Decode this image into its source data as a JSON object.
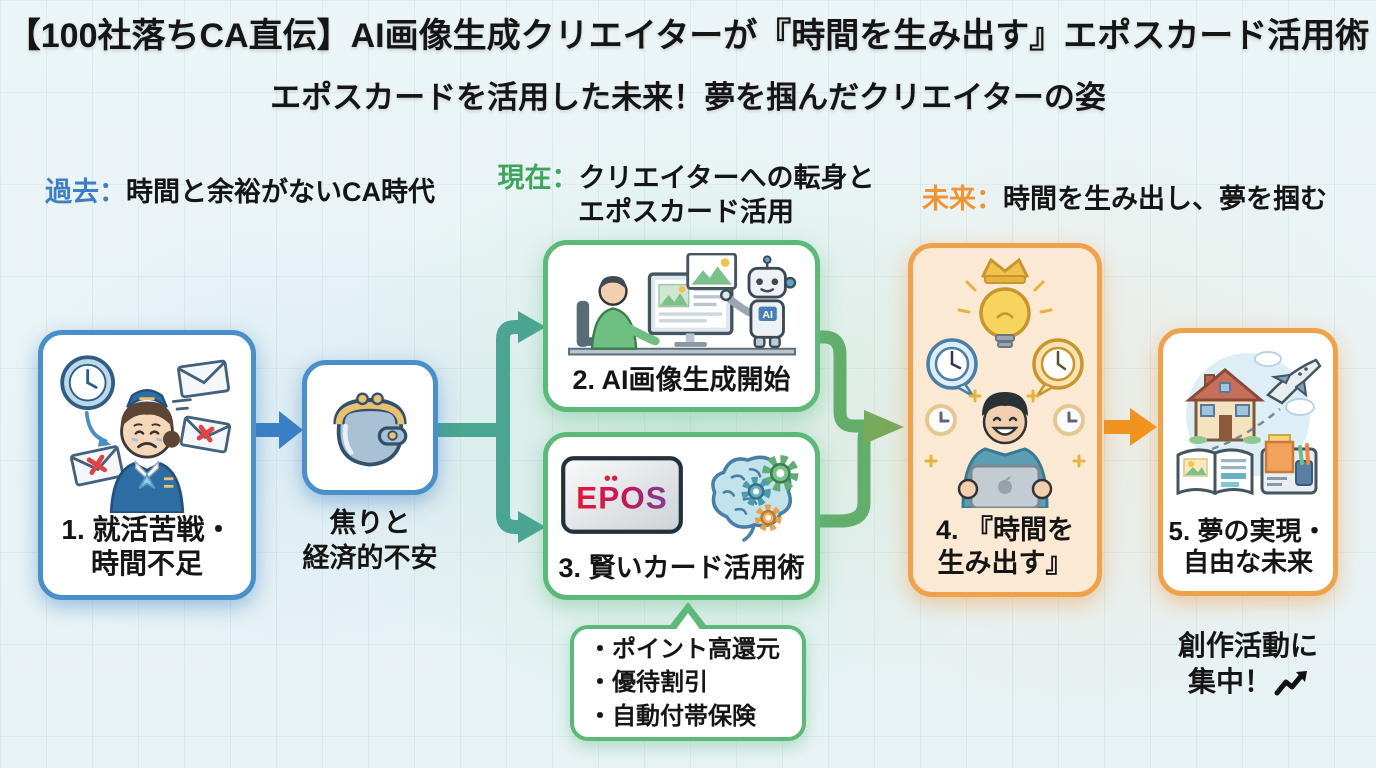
{
  "title": {
    "line1": "【100社落ちCA直伝】AI画像生成クリエイターが『時間を生み出す』エポスカード活用術",
    "line2": "エポスカードを活用した未来！夢を掴んだクリエイターの姿"
  },
  "section_labels": {
    "past": {
      "keyword": "過去：",
      "text": "時間と余裕がないCA時代"
    },
    "present": {
      "keyword": "現在：",
      "text_line1": "クリエイターへの転身と",
      "text_line2": "エポスカード活用"
    },
    "future": {
      "keyword": "未来：",
      "text": "時間を生み出し、夢を掴む"
    }
  },
  "flow": {
    "step1": {
      "label_line1": "1. 就活苦戦・",
      "label_line2": "時間不足"
    },
    "wallet": {
      "caption_line1": "焦りと",
      "caption_line2": "経済的不安"
    },
    "step2": {
      "label": "2. AI画像生成開始",
      "ai_chip": "AI"
    },
    "step3": {
      "label": "3. 賢いカード活用術",
      "card_brand": "EPOS"
    },
    "step4": {
      "label_line1": "4. 『時間を",
      "label_line2": "生み出す』"
    },
    "step5": {
      "label_line1": "5. 夢の実現・",
      "label_line2": "自由な未来"
    }
  },
  "callout": {
    "items": [
      "・ポイント高還元",
      "・優待割引",
      "・自動付帯保険"
    ]
  },
  "footer_note": {
    "line1": "創作活動に",
    "line2": "集中！"
  },
  "colors": {
    "background": "#e9f3f6",
    "past_blue": "#3d7fc1",
    "present_green": "#3fa45c",
    "future_orange": "#ef9433",
    "box_blue_border": "#4a8fc7",
    "box_green_border": "#5cb97a",
    "box_orange_border": "#efa14b",
    "box4_fill": "#fbe9d3",
    "arrow_blue": "#3b7fc4",
    "arrow_teal": "#4aa593",
    "arrow_green": "#64ae6c",
    "arrow_orange": "#f0941f",
    "epos_red": "#e51937",
    "epos_purple": "#7d3f98"
  }
}
